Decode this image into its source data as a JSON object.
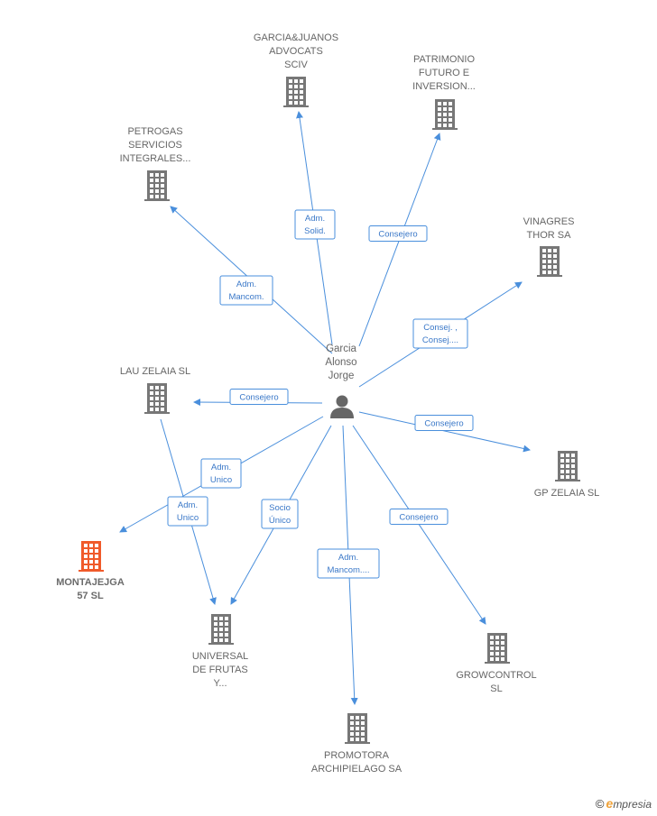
{
  "person": {
    "name_lines": [
      "Garcia",
      "Alonso",
      "Jorge"
    ]
  },
  "companies": [
    {
      "id": "garcia-juanos",
      "lines": [
        "GARCIA&JUANOS",
        "ADVOCATS",
        "SCIV"
      ],
      "color": "#777777",
      "focus": false
    },
    {
      "id": "patrimonio",
      "lines": [
        "PATRIMONIO",
        "FUTURO E",
        "INVERSION..."
      ],
      "color": "#777777",
      "focus": false
    },
    {
      "id": "petrogas",
      "lines": [
        "PETROGAS",
        "SERVICIOS",
        "INTEGRALES..."
      ],
      "color": "#777777",
      "focus": false
    },
    {
      "id": "vinagres",
      "lines": [
        "VINAGRES",
        "THOR SA"
      ],
      "color": "#777777",
      "focus": false
    },
    {
      "id": "lau-zelaia",
      "lines": [
        "LAU ZELAIA  SL"
      ],
      "color": "#777777",
      "focus": false
    },
    {
      "id": "gp-zelaia",
      "lines": [
        "GP ZELAIA  SL"
      ],
      "color": "#777777",
      "focus": false
    },
    {
      "id": "montajejga",
      "lines": [
        "MONTAJEJGA",
        "57  SL"
      ],
      "color": "#f05a2a",
      "focus": true
    },
    {
      "id": "universal",
      "lines": [
        "UNIVERSAL",
        "DE FRUTAS",
        "Y..."
      ],
      "color": "#777777",
      "focus": false
    },
    {
      "id": "growcontrol",
      "lines": [
        "GROWCONTROL",
        "SL"
      ],
      "color": "#777777",
      "focus": false
    },
    {
      "id": "promotora",
      "lines": [
        "PROMOTORA",
        "ARCHIPIELAGO SA"
      ],
      "color": "#777777",
      "focus": false
    }
  ],
  "relations": [
    {
      "target": "garcia-juanos",
      "label": [
        "Adm.",
        "Solid."
      ]
    },
    {
      "target": "patrimonio",
      "label": [
        "Consejero"
      ]
    },
    {
      "target": "petrogas",
      "label": [
        "Adm.",
        "Mancom."
      ]
    },
    {
      "target": "vinagres",
      "label": [
        "Consej. ,",
        "Consej...."
      ]
    },
    {
      "target": "lau-zelaia",
      "label": [
        "Consejero"
      ]
    },
    {
      "target": "gp-zelaia",
      "label": [
        "Consejero"
      ]
    },
    {
      "target": "montajejga",
      "label": [
        "Adm.",
        "Unico"
      ]
    },
    {
      "target": "universal",
      "label": [
        "Socio",
        "Único"
      ]
    },
    {
      "target": "growcontrol",
      "label": [
        "Consejero"
      ]
    },
    {
      "target": "promotora",
      "label": [
        "Adm.",
        "Mancom...."
      ]
    },
    {
      "source": "lau-zelaia",
      "target": "universal",
      "label": [
        "Adm.",
        "Unico"
      ]
    }
  ],
  "brand": {
    "copyright": "©",
    "first_letter": "e",
    "rest": "mpresia"
  },
  "colors": {
    "edge": "#4a8fdc",
    "building": "#777777",
    "focus_building": "#f05a2a",
    "person": "#666666"
  }
}
